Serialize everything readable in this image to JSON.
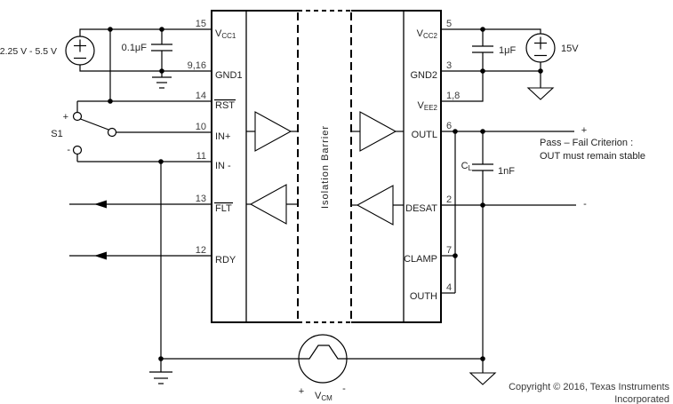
{
  "left_supply": {
    "label": "2.25 V - 5.5 V"
  },
  "left_cap": {
    "value": "0.1μF"
  },
  "switch_s1": {
    "name": "S1",
    "plus": "+",
    "minus": "-"
  },
  "right_supply": {
    "label": "15V"
  },
  "right_cap": {
    "value": "1μF"
  },
  "load_cap": {
    "name_base": "C",
    "name_sub": "L",
    "value": "1nF"
  },
  "vcm_source": {
    "base": "V",
    "sub": "CM",
    "plus": "+",
    "minus": "-"
  },
  "outl_polarity": "+",
  "desat_polarity": "-",
  "pass_fail": {
    "line1": "Pass – Fail Criterion :",
    "line2": "OUT must remain stable"
  },
  "copyright": {
    "line1": "Copyright © 2016, Texas Instruments",
    "line2": "Incorporated"
  },
  "ic": {
    "isolation_barrier": "Isolation Barrier",
    "pins_left": [
      {
        "num": "15",
        "base": "V",
        "sub": "CC1"
      },
      {
        "num": "9,16",
        "base": "GND1"
      },
      {
        "num": "14",
        "base": "RST"
      },
      {
        "num": "10",
        "base": "IN+"
      },
      {
        "num": "11",
        "base": "IN -"
      },
      {
        "num": "13",
        "base": "FLT"
      },
      {
        "num": "12",
        "base": "RDY"
      }
    ],
    "pins_right": [
      {
        "num": "5",
        "base": "V",
        "sub": "CC2"
      },
      {
        "num": "3",
        "base": "GND2"
      },
      {
        "num": "1,8",
        "base": "V",
        "sub": "EE2"
      },
      {
        "num": "6",
        "base": "OUTL"
      },
      {
        "num": "2",
        "base": "DESAT"
      },
      {
        "num": "7",
        "base": "CLAMP"
      },
      {
        "num": "4",
        "base": "OUTH"
      }
    ]
  }
}
